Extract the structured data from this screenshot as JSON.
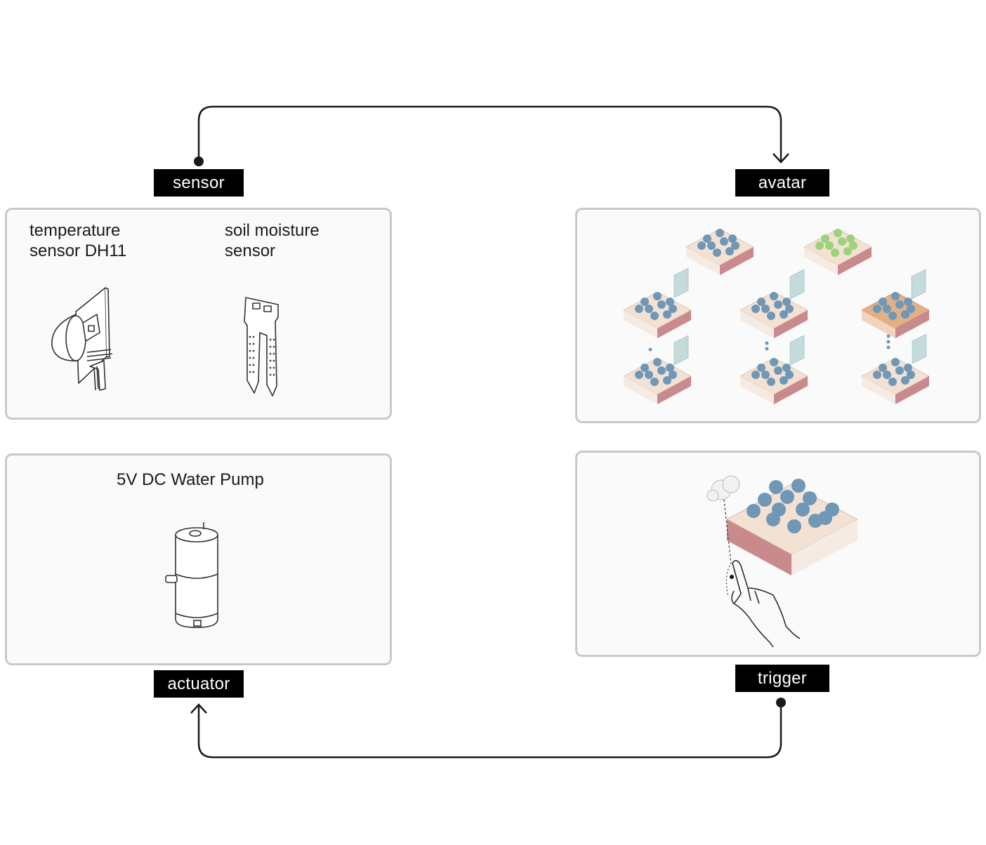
{
  "labels": {
    "sensor": "sensor",
    "avatar": "avatar",
    "actuator": "actuator",
    "trigger": "trigger"
  },
  "sensor_panel": {
    "temperature_label": "temperature\nsensor DH11",
    "moisture_label": "soil moisture\nsensor",
    "temperature_icon": "dht11-sensor-icon",
    "moisture_icon": "soil-moisture-probe-icon"
  },
  "actuator_panel": {
    "pump_label": "5V DC Water Pump",
    "pump_icon": "water-pump-icon"
  },
  "avatar_panel": {
    "tile_icon": "isometric-garden-tile-icon",
    "tree_color_default": "#6f98b7",
    "tree_color_healthy": "#9bd37b",
    "soil_color_default": "#f3e1d3",
    "soil_color_dry": "#e3b086"
  },
  "trigger_panel": {
    "icons": [
      "hand-pointer-icon",
      "cloud-icon",
      "isometric-garden-tile-icon"
    ]
  },
  "colors": {
    "tag_background": "#000000",
    "panel_border": "#c9c9c9",
    "connector": "#1a1a1a"
  }
}
